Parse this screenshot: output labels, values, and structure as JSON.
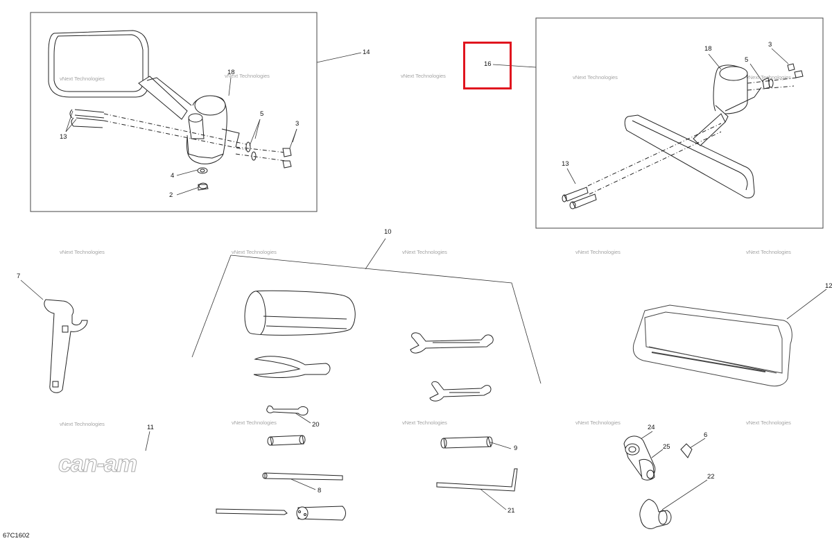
{
  "diagram_code": "67C1602",
  "brand_logo_text": "can-am",
  "watermark": {
    "line1": "vNext",
    "line2": "Technologies",
    "line3": "vNext Technologies"
  },
  "highlight_color": "#e0141e",
  "callouts": {
    "c14": "14",
    "c18a": "18",
    "c5a": "5",
    "c3a": "3",
    "c13a": "13",
    "c4": "4",
    "c2": "2",
    "c16": "16",
    "c18b": "18",
    "c5b": "5",
    "c3b": "3",
    "c13b": "13",
    "c10": "10",
    "c7": "7",
    "c12": "12",
    "c20": "20",
    "c9": "9",
    "c8": "8",
    "c21": "21",
    "c11": "11",
    "c24": "24",
    "c25": "25",
    "c6": "6",
    "c22": "22"
  }
}
